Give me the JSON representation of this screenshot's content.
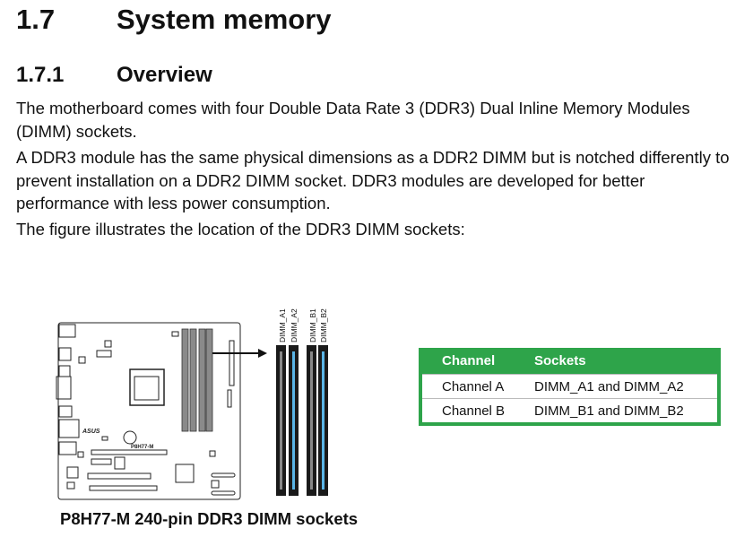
{
  "section": {
    "number": "1.7",
    "title": "System memory"
  },
  "subsection": {
    "number": "1.7.1",
    "title": "Overview"
  },
  "paragraphs": [
    "The motherboard comes with four Double Data Rate 3 (DDR3) Dual Inline Memory Modules (DIMM) sockets.",
    "A DDR3 module has the same physical dimensions as a DDR2 DIMM but is notched differently to prevent installation on a DDR2 DIMM socket. DDR3 modules are developed for better performance with less power consumption.",
    "The figure illustrates the location of the DDR3 DIMM sockets:"
  ],
  "figure": {
    "board_logo": "ASUS",
    "board_model": "P8H77-M",
    "socket_labels": [
      "DIMM_A1",
      "DIMM_A2",
      "DIMM_B1",
      "DIMM_B2"
    ],
    "caption": "P8H77-M 240-pin DDR3 DIMM sockets",
    "colors": {
      "black_slot": "#1a1a1a",
      "blue_slot": "#5ab4e6",
      "board_slot": "#8a8a8a"
    }
  },
  "table": {
    "headers": [
      "Channel",
      "Sockets"
    ],
    "rows": [
      [
        "Channel A",
        "DIMM_A1 and DIMM_A2"
      ],
      [
        "Channel B",
        "DIMM_B1 and DIMM_B2"
      ]
    ],
    "header_color": "#2ea44a"
  }
}
